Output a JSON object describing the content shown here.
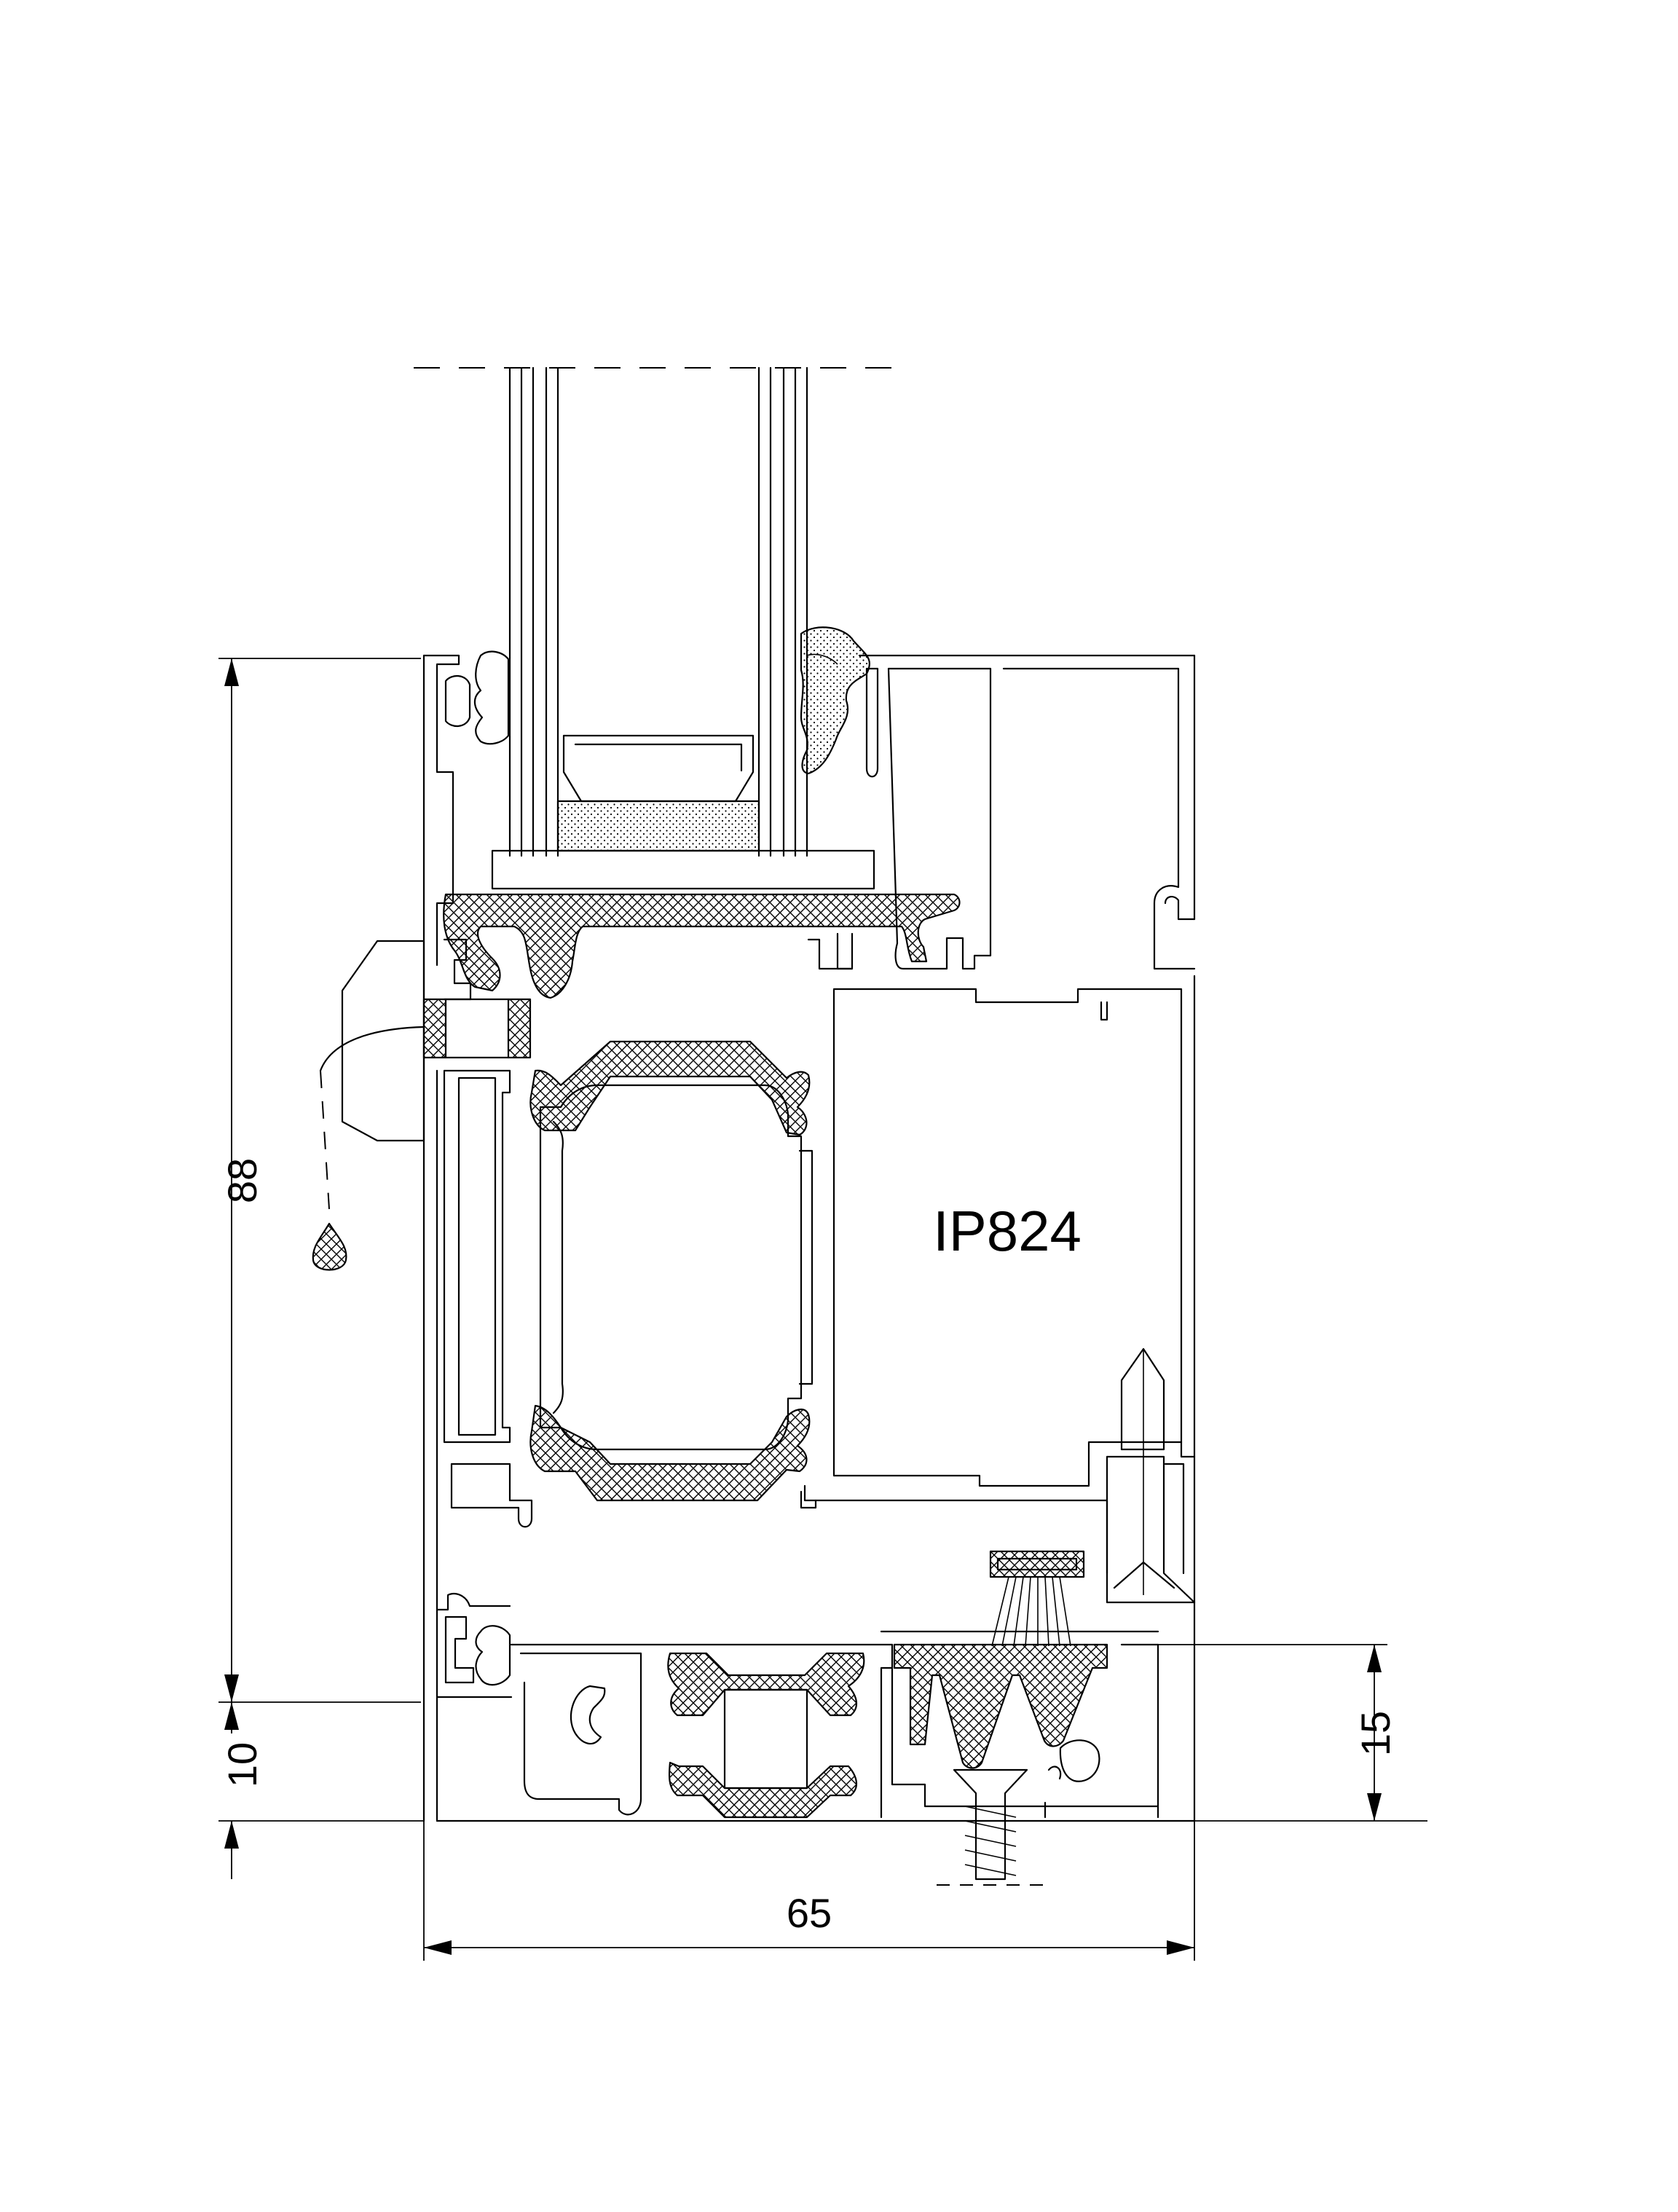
{
  "profile": {
    "label": "IP824"
  },
  "dimensions": {
    "height_total": "88",
    "height_bottom": "10",
    "height_right": "15",
    "width_total": "65"
  }
}
